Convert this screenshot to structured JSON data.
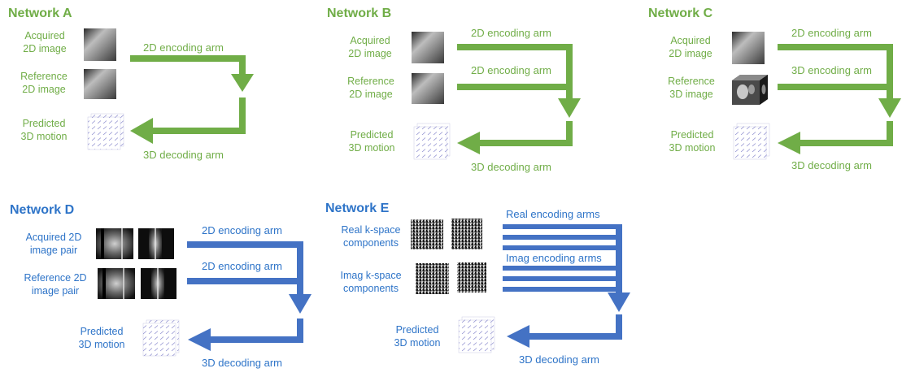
{
  "colors": {
    "green": "#70ad47",
    "blue": "#4472c4",
    "blue_text": "#2e74c8"
  },
  "networks": {
    "a": {
      "title": "Network A",
      "input1": [
        "Acquired",
        "2D image"
      ],
      "input2": [
        "Reference",
        "2D image"
      ],
      "output": [
        "Predicted",
        "3D motion"
      ],
      "arm1": "2D encoding arm",
      "decoder": "3D decoding arm"
    },
    "b": {
      "title": "Network B",
      "input1": [
        "Acquired",
        "2D image"
      ],
      "input2": [
        "Reference",
        "2D image"
      ],
      "output": [
        "Predicted",
        "3D motion"
      ],
      "arm1": "2D encoding arm",
      "arm2": "2D encoding arm",
      "decoder": "3D decoding arm"
    },
    "c": {
      "title": "Network C",
      "input1": [
        "Acquired",
        "2D image"
      ],
      "input2": [
        "Reference",
        "3D image"
      ],
      "output": [
        "Predicted",
        "3D motion"
      ],
      "arm1": "2D encoding arm",
      "arm2": "3D encoding arm",
      "decoder": "3D decoding arm"
    },
    "d": {
      "title": "Network D",
      "input1": [
        "Acquired 2D",
        "image pair"
      ],
      "input2": [
        "Reference 2D",
        "image pair"
      ],
      "output": [
        "Predicted",
        "3D motion"
      ],
      "arm1": "2D encoding arm",
      "arm2": "2D encoding arm",
      "decoder": "3D decoding arm"
    },
    "e": {
      "title": "Network E",
      "input1": [
        "Real k-space",
        "components"
      ],
      "input2": [
        "Imag k-space",
        "components"
      ],
      "output": [
        "Predicted",
        "3D motion"
      ],
      "arm1": "Real encoding arms",
      "arm2": "Imag encoding arms",
      "decoder": "3D decoding arm"
    }
  }
}
